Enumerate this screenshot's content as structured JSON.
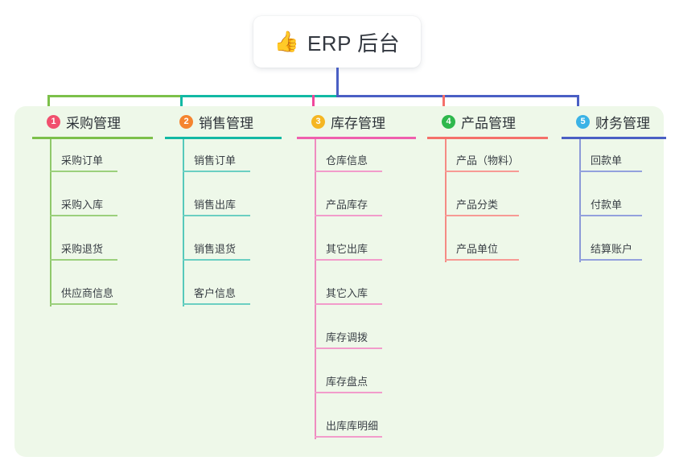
{
  "root": {
    "icon": "thumbs-up-icon",
    "icon_glyph": "👍",
    "title": "ERP 后台"
  },
  "panel": {
    "background_color": "#eef8e9"
  },
  "connectors": {
    "trunk_color": "#4a5fc4",
    "bus_segment_colors": [
      "#7cc04a",
      "#12b9a4",
      "#4a5fc4"
    ],
    "drop_colors": [
      "#7cc04a",
      "#12b9a4",
      "#f0479b",
      "#f5706a",
      "#4a5fc4"
    ]
  },
  "columns": [
    {
      "number": "1",
      "title": "采购管理",
      "badge_color": "#f1506e",
      "rule_color": "#7cc04a",
      "spine_color": "#8fc96b",
      "leaf_rule_color": "#9bd07c",
      "items": [
        "采购订单",
        "采购入库",
        "采购退货",
        "供应商信息"
      ]
    },
    {
      "number": "2",
      "title": "销售管理",
      "badge_color": "#f5842f",
      "rule_color": "#12b9a4",
      "spine_color": "#56c9bb",
      "leaf_rule_color": "#6bcfc2",
      "items": [
        "销售订单",
        "销售出库",
        "销售退货",
        "客户信息"
      ]
    },
    {
      "number": "3",
      "title": "库存管理",
      "badge_color": "#f5b623",
      "rule_color": "#ef5fae",
      "spine_color": "#ef8cc0",
      "leaf_rule_color": "#f29ccb",
      "items": [
        "仓库信息",
        "产品库存",
        "其它出库",
        "其它入库",
        "库存调拨",
        "库存盘点",
        "出库库明细"
      ]
    },
    {
      "number": "4",
      "title": "产品管理",
      "badge_color": "#2eb84c",
      "rule_color": "#f5706a",
      "spine_color": "#f58b84",
      "leaf_rule_color": "#f79a94",
      "items": [
        "产品（物料）",
        "产品分类",
        "产品单位"
      ]
    },
    {
      "number": "5",
      "title": "财务管理",
      "badge_color": "#3ab3e6",
      "rule_color": "#4a5fc4",
      "spine_color": "#8c9ad8",
      "leaf_rule_color": "#93a1dd",
      "items": [
        "回款单",
        "付款单",
        "结算账户"
      ]
    }
  ]
}
